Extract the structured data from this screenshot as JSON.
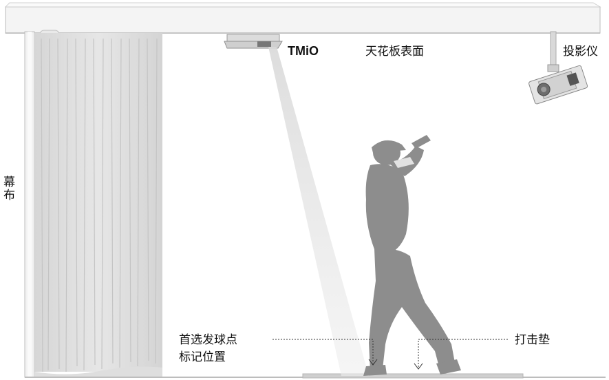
{
  "labels": {
    "tmio": "TMiO",
    "ceiling": "天花板表面",
    "projector": "投影仪",
    "screen": "幕布",
    "ball_mark_line1": "首选发球点",
    "ball_mark_line2": "标记位置",
    "hitting_mat": "打击垫"
  },
  "colors": {
    "ceiling_fill": "#f3f3f3",
    "ceiling_edge": "#c9c9c9",
    "curtain": "#dcdcdc",
    "silhouette": "#8c8c8c",
    "beam": "#e6e6e6",
    "text": "#111111"
  }
}
